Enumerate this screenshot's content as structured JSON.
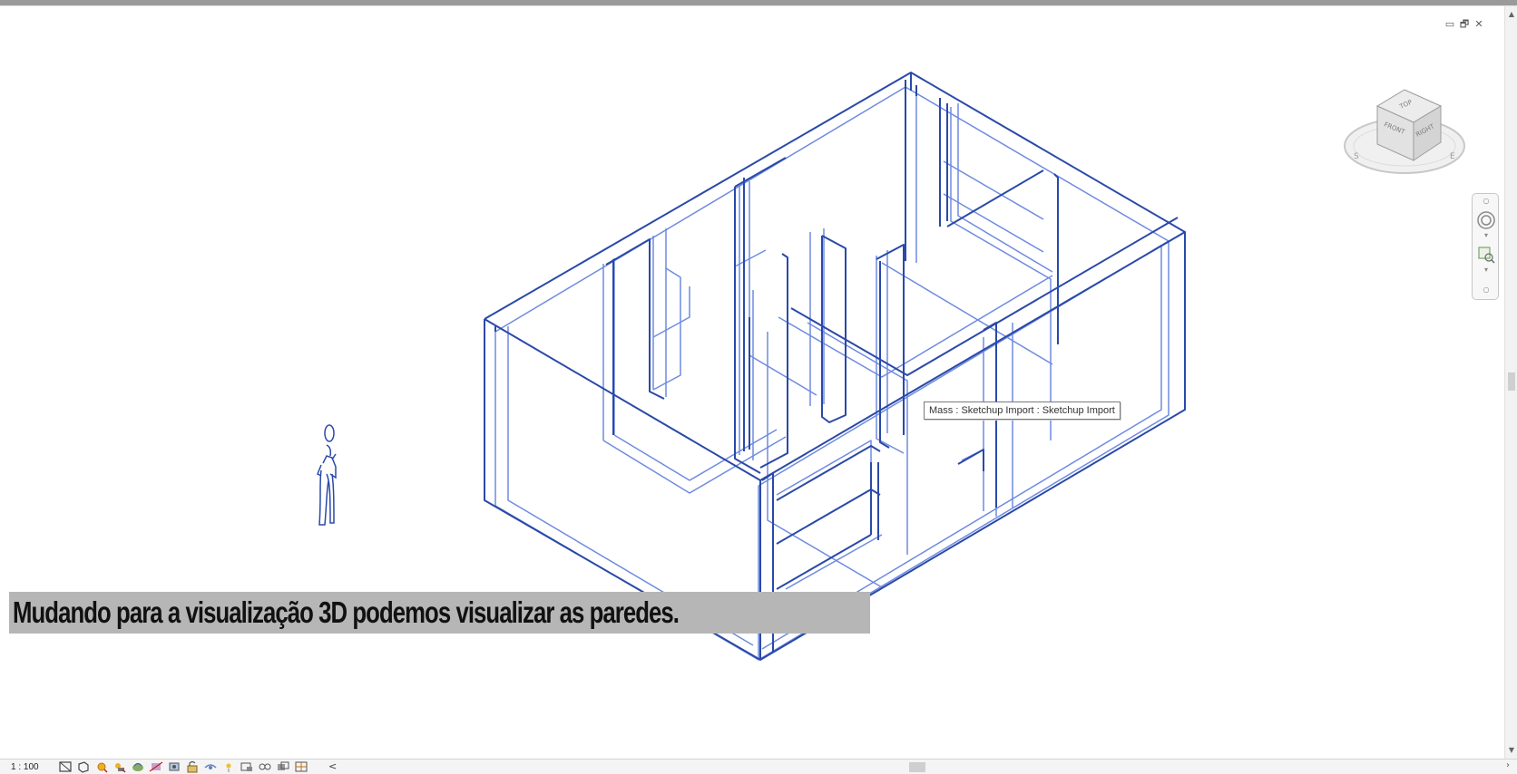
{
  "window": {
    "controls": {
      "minimize": "▭",
      "restore": "🗗",
      "close": "✕"
    }
  },
  "viewcube": {
    "faces": {
      "top": "TOP",
      "front": "FRONT",
      "right": "RIGHT"
    },
    "icon": "viewcube-icon"
  },
  "navbar": {
    "items": [
      {
        "name": "steering-wheel",
        "icon": "steering-wheel-icon"
      },
      {
        "name": "zoom",
        "icon": "zoom-region-icon"
      }
    ]
  },
  "tooltip": {
    "text": "Mass : Sketchup Import : Sketchup Import"
  },
  "caption": {
    "text": "Mudando para a visualização 3D podemos visualizar as paredes."
  },
  "statusbar": {
    "scale": "1 : 100",
    "view_control_icons": [
      "detail-level-icon",
      "visual-style-icon",
      "sun-path-icon",
      "shadows-icon",
      "rendering-icon",
      "crop-view-icon",
      "show-crop-region-icon",
      "unlock-3d-view-icon",
      "temporary-hide-icon",
      "reveal-hidden-icon",
      "temporary-view-properties-icon",
      "analytical-model-icon",
      "highlight-displacement-icon",
      "constraints-icon"
    ],
    "collapse_glyph": "<",
    "right_arrow_glyph": "›"
  },
  "colors": {
    "wire_dark": "#2a49a8",
    "wire_light": "#6f8be0",
    "caption_bg": "#b6b6b6",
    "viewport_bg": "#ffffff"
  }
}
